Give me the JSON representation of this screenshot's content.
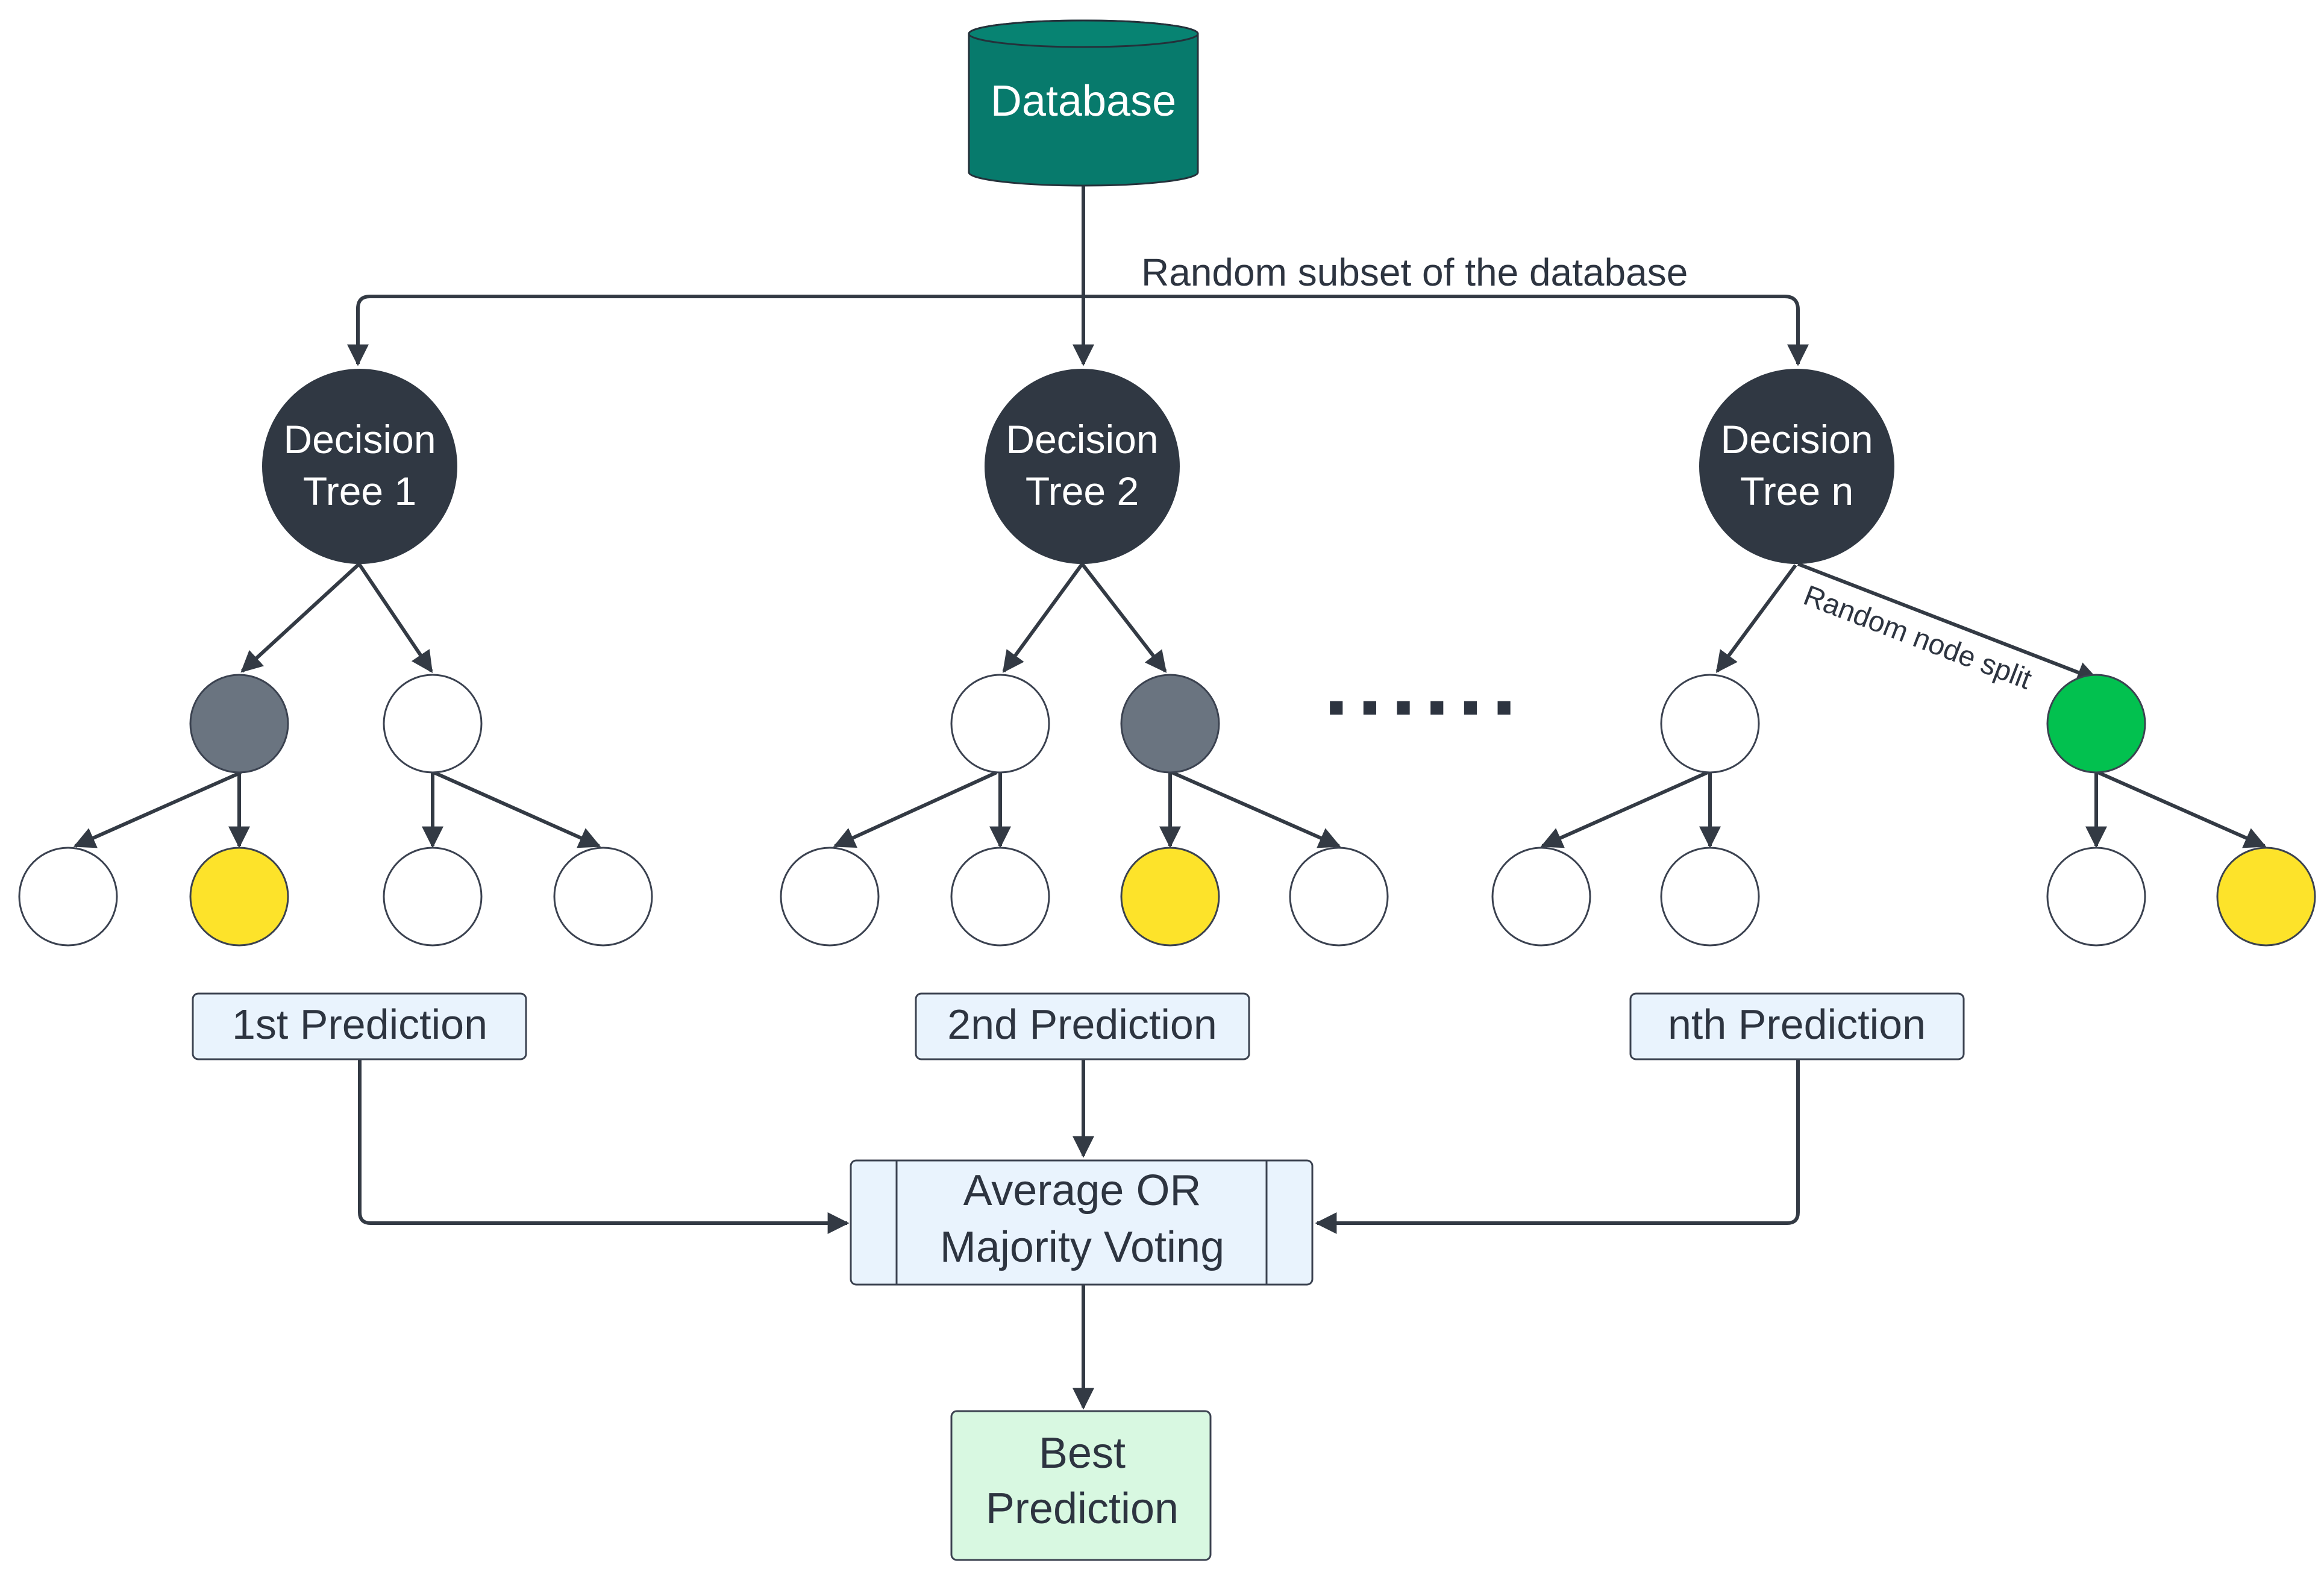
{
  "diagram": {
    "database_label": "Database",
    "subset_label": "Random subset of the database",
    "node_split_label": "Random node split",
    "ellipsis": "......",
    "trees": [
      {
        "line1": "Decision",
        "line2": "Tree 1",
        "prediction": "1st Prediction"
      },
      {
        "line1": "Decision",
        "line2": "Tree 2",
        "prediction": "2nd Prediction"
      },
      {
        "line1": "Decision",
        "line2": "Tree n",
        "prediction": "nth Prediction"
      }
    ],
    "aggregator": {
      "line1": "Average OR",
      "line2": "Majority Voting"
    },
    "result": {
      "line1": "Best",
      "line2": "Prediction"
    }
  },
  "colors": {
    "database_fill": "#077a6c",
    "tree_fill": "#303843",
    "internal_gray": "#6a7480",
    "leaf_yellow": "#fde32a",
    "split_green": "#02c14f",
    "edge": "#333a44",
    "prediction_fill": "#e9f3fd",
    "result_fill": "#d8f8e1"
  }
}
